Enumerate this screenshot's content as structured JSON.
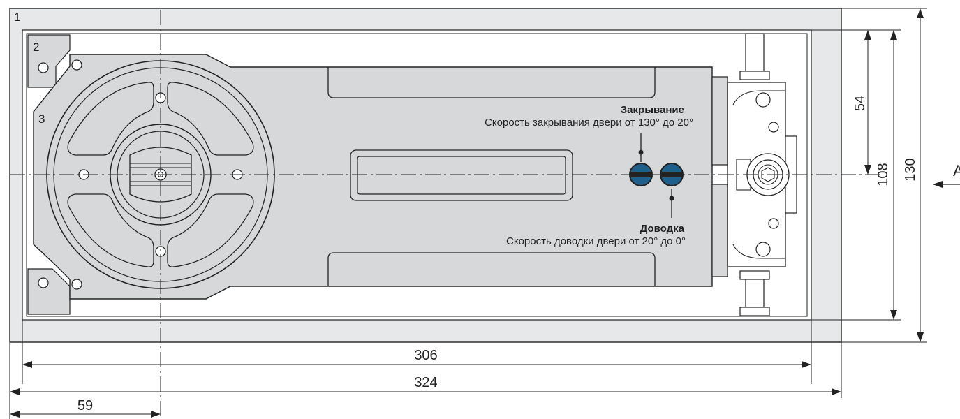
{
  "callouts": {
    "frame": "1",
    "cover": "2",
    "body": "3"
  },
  "annotations": {
    "closing": {
      "title": "Закрывание",
      "text": "Скорость закрывания двери от 130° до 20°"
    },
    "latching": {
      "title": "Доводка",
      "text": "Скорость доводки двери от 20° до 0°"
    }
  },
  "dimensions": {
    "width_inner": "306",
    "width_outer": "324",
    "axis_offset": "59",
    "height_half": "54",
    "height_inner": "108",
    "height_outer": "130"
  },
  "view_label": "A",
  "colors": {
    "body_fill": "#d7d8da",
    "frame_fill": "#e7e8e9",
    "screw_blue": "#1f5f8b",
    "line": "#222222"
  }
}
